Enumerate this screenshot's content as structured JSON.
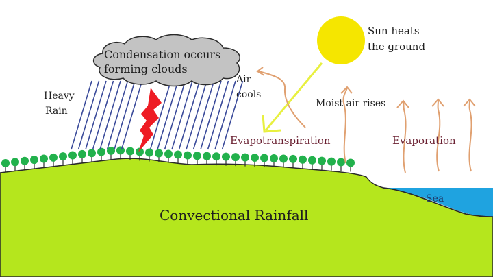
{
  "diagram": {
    "title": "Convectional Rainfall",
    "labels": {
      "cloud_line1": "Condensation occurs",
      "cloud_line2": "forming clouds",
      "heavy": "Heavy",
      "rain": "Rain",
      "air": "Air",
      "cools": "cools",
      "sun_line1": "Sun heats",
      "sun_line2": "the ground",
      "moist_air": "Moist air rises",
      "evapotranspiration": "Evapotranspiration",
      "evaporation": "Evaporation",
      "sea": "Sea"
    },
    "colors": {
      "ground": "#b5e61d",
      "sea": "#1fa3e0",
      "cloud": "#c3c3c3",
      "sun": "#f5e600",
      "sun_ray": "#e8f040",
      "rain": "#3a4a9a",
      "lightning": "#ee1c24",
      "arrows": "#e0a070",
      "trees": "#22b14c",
      "label_dark": "#1e1e1e",
      "label_maroon": "#6b2233"
    }
  }
}
